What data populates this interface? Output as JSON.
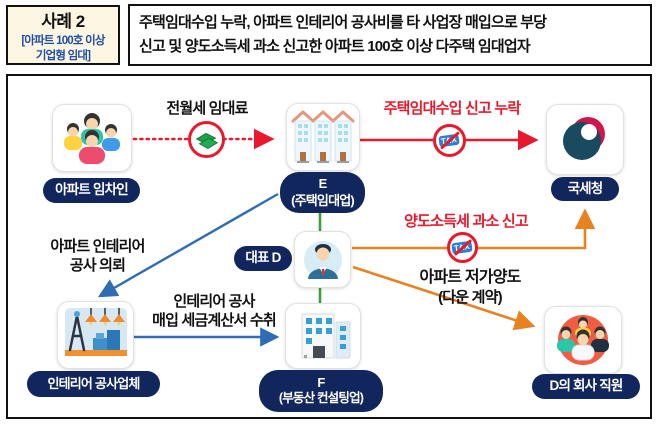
{
  "header": {
    "case_label": "사례 2",
    "case_sub_line1": "[아파트 100호 이상",
    "case_sub_line2": "기업형 임대]",
    "description_line1": "주택임대수입 누락, 아파트 인테리어 공사비를 타 사업장 매입으로 부당",
    "description_line2": "신고 및 양도소득세 과소 신고한 아파트 100호 이상 다주택 임대업자"
  },
  "diagram": {
    "nodes": {
      "tenants": {
        "label": "아파트 임차인"
      },
      "landlord": {
        "line1": "E",
        "line2": "(주택임대업)"
      },
      "nts": {
        "label": "국세청"
      },
      "ceo": {
        "label": "대표 D"
      },
      "interior": {
        "label": "인테리어 공사업체"
      },
      "consulting": {
        "line1": "F",
        "line2": "(부동산 컨설팅업)"
      },
      "employees": {
        "label": "D의 회사 직원"
      }
    },
    "flows": {
      "rent": {
        "label": "전월세 임대료"
      },
      "income_omission": {
        "label": "주택임대수입 신고 누락"
      },
      "capital_gains": {
        "label": "양도소득세 과소 신고"
      },
      "interior_request": {
        "line1": "아파트 인테리어",
        "line2": "공사 의뢰"
      },
      "invoice": {
        "line1": "인테리어 공사",
        "line2": "매입 세금계산서 수취"
      },
      "transfer": {
        "line1": "아파트 저가양도",
        "line2": "(다운 계약)"
      }
    },
    "tax_badge": "TAX",
    "colors": {
      "navy_pill": "#12265e",
      "red": "#e8192c",
      "orange": "#e8811f",
      "green": "#3aa338",
      "blue": "#2e6db4",
      "header_blue": "#1f4ea5",
      "cream": "#fdf6e3"
    }
  }
}
